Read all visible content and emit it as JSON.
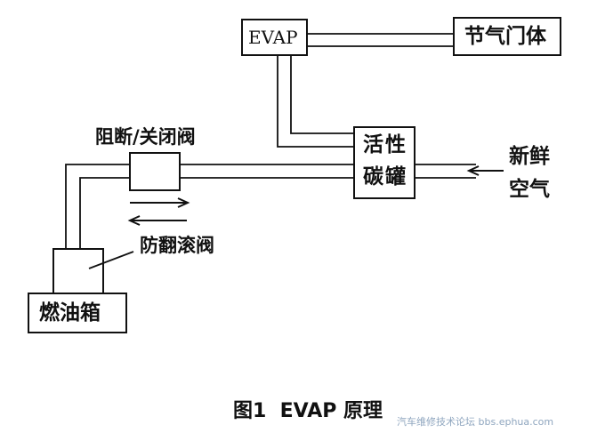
{
  "components": {
    "evap": "EVAP",
    "throttle_body": "节气门体",
    "canister_line1": "活性",
    "canister_line2": "碳罐",
    "fresh_air_line1": "新鲜",
    "fresh_air_line2": "空气",
    "block_valve": "阻断/关闭阀",
    "rollover_valve": "防翻滚阀",
    "fuel_tank": "燃油箱"
  },
  "caption": "图1  EVAP 原理",
  "watermark": "汽车维修技术论坛 bbs.ephua.com"
}
